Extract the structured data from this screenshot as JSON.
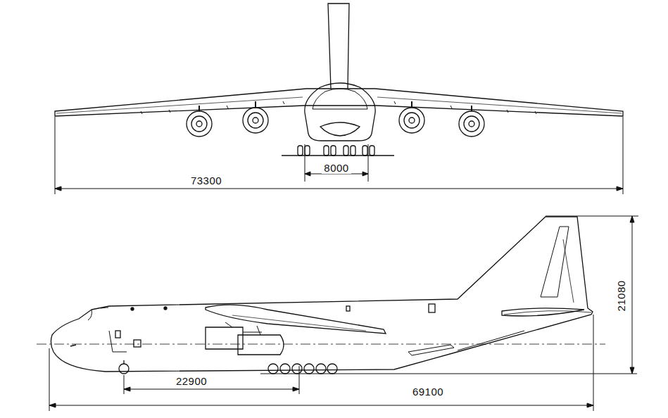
{
  "diagram": {
    "labels": [
      "73300",
      "8000",
      "22900",
      "69100",
      "21080"
    ]
  }
}
